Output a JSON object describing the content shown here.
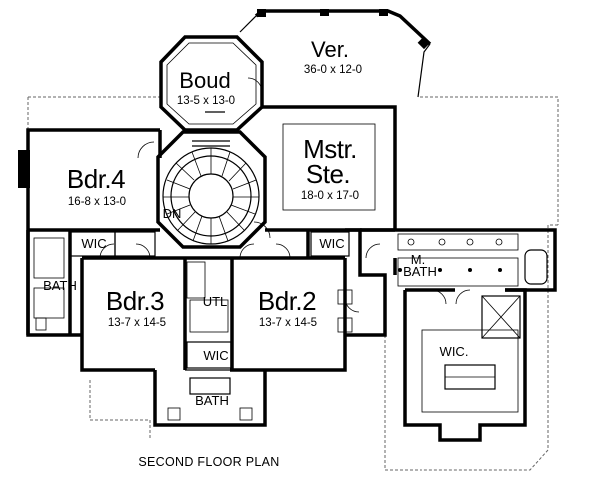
{
  "plan": {
    "title": "SECOND FLOOR PLAN",
    "rooms": {
      "veranda": {
        "name": "Ver.",
        "dims": "36-0 x 12-0"
      },
      "boudoir": {
        "name": "Boud",
        "dims": "13-5 x 13-0"
      },
      "master_suite": {
        "name_line1": "Mstr.",
        "name_line2": "Ste.",
        "dims": "18-0 x 17-0"
      },
      "bedroom4": {
        "name": "Bdr.4",
        "dims": "16-8 x 13-0"
      },
      "bedroom3": {
        "name": "Bdr.3",
        "dims": "13-7 x 14-5"
      },
      "bedroom2": {
        "name": "Bdr.2",
        "dims": "13-7 x 14-5"
      },
      "wic_bdr4": {
        "name": "WIC"
      },
      "wic_bdr2": {
        "name": "WIC"
      },
      "wic_center": {
        "name": "WIC"
      },
      "wic_master": {
        "name": "WIC."
      },
      "bath_left": {
        "name": "BATH"
      },
      "bath_bottom": {
        "name": "BATH"
      },
      "utility": {
        "name": "UTL"
      },
      "master_bath_line1": {
        "name": "M."
      },
      "master_bath_line2": {
        "name": "BATH"
      },
      "stair_down": {
        "name": "DN"
      }
    },
    "colors": {
      "walls": "#000000",
      "background": "#ffffff",
      "dashed": "#666666"
    }
  }
}
